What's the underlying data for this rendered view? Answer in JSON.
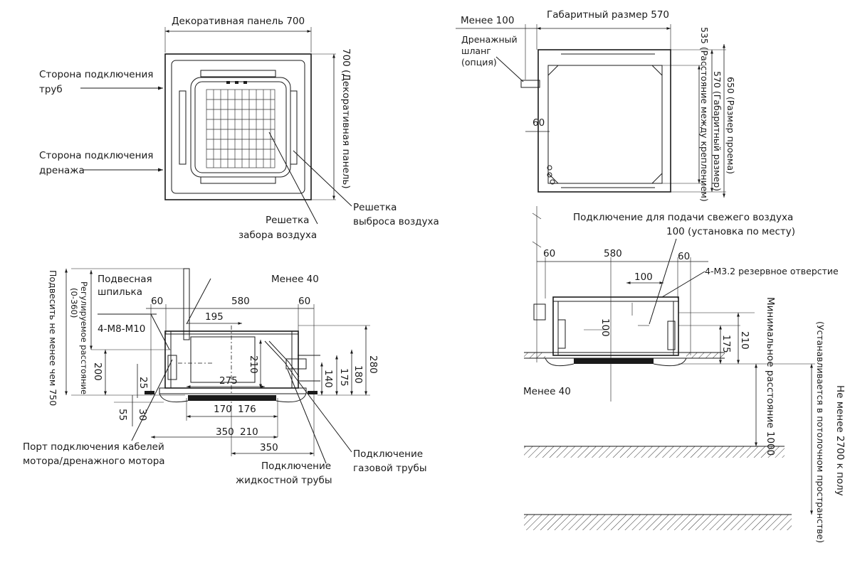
{
  "top_left": {
    "panel_width": "Декоративная панель 700",
    "panel_height": "700 (Декоративная панель)",
    "pipe_side_1": "Сторона подключения",
    "pipe_side_2": "труб",
    "drain_side_1": "Сторона подключения",
    "drain_side_2": "дренажа",
    "intake_1": "Решетка",
    "intake_2": "забора воздуха",
    "outlet_1": "Решетка",
    "outlet_2": "выброса воздуха"
  },
  "top_right": {
    "less100": "Менее 100",
    "overall570": "Габаритный размер 570",
    "drain_hose_1": "Дренажный",
    "drain_hose_2": "шланг",
    "drain_hose_3": "(опция)",
    "d60": "60",
    "v535": "535 (Расстояние между креплением)",
    "v570": "570 (Габаритный размер)",
    "v650": "650 (Размер проема)"
  },
  "bottom_left": {
    "hanger_1": "Подвесная",
    "hanger_2": "шпилька",
    "less40": "Менее 40",
    "adj_1": "Регулируемое расстояние",
    "adj_2": "(0-360)",
    "hang750": "Подвесить не менее чем 750",
    "bolt": "4-M8-M10",
    "d60a": "60",
    "d580": "580",
    "d60b": "60",
    "d195": "195",
    "d275": "275",
    "d210v": "210",
    "d200": "200",
    "d25": "25",
    "d30": "30",
    "d55": "55",
    "d140": "140",
    "d175": "175",
    "d180": "180",
    "d280": "280",
    "d170": "170",
    "d176": "176",
    "d350a": "350",
    "d210h": "210",
    "d350b": "350",
    "port_1": "Порт подключения кабелей",
    "port_2": "мотора/дренажного мотора",
    "liquid_1": "Подключение",
    "liquid_2": "жидкостной трубы",
    "gas_1": "Подключение",
    "gas_2": "газовой трубы"
  },
  "bottom_right": {
    "fresh_1": "Подключение  для подачи свежего воздуха",
    "fresh_2": "100 (установка по месту)",
    "d60a": "60",
    "d580": "580",
    "d60b": "60",
    "d100h": "100",
    "reserve": "4-M3.2 резервное отверстие",
    "d100v": "100",
    "d210": "210",
    "d175": "175",
    "less40": "Менее 40",
    "min1000": "Минимальное расстояние 1000",
    "floor2700_1": "Не менее 2700 к полу",
    "floor2700_2": "(Устанавливается в потолочном пространстве)"
  }
}
